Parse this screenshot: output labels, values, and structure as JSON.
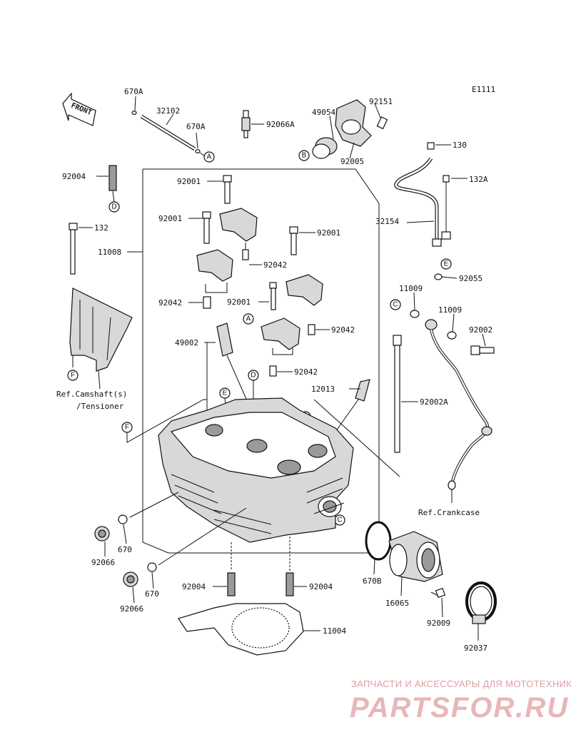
{
  "diagram_code": "E1111",
  "front_label": "FRONT",
  "parts": {
    "p670A_top": "670A",
    "p670A_2": "670A",
    "p32102": "32102",
    "p92066A": "92066A",
    "p49054": "49054",
    "p92151": "92151",
    "p92005": "92005",
    "p130": "130",
    "p132A": "132A",
    "p92004_top": "92004",
    "p92001_a": "92001",
    "p92001_b": "92001",
    "p92001_c": "92001",
    "p92001_d": "92001",
    "p132": "132",
    "p11008": "11008",
    "p92042_a": "92042",
    "p92042_b": "92042",
    "p92042_c": "92042",
    "p92042_d": "92042",
    "p32154": "32154",
    "p92055": "92055",
    "p11009_a": "11009",
    "p11009_b": "11009",
    "p92002": "92002",
    "p49002": "49002",
    "p12013": "12013",
    "p92002A": "92002A",
    "p670_a": "670",
    "p670_b": "670",
    "p92066_a": "92066",
    "p92066_b": "92066",
    "p670B": "670B",
    "p16065": "16065",
    "p92009": "92009",
    "p92037": "92037",
    "p92004_a": "92004",
    "p92004_b": "92004",
    "p11004": "11004"
  },
  "refs": {
    "camshaft_line1": "Ref.Camshaft(s)",
    "camshaft_line2": "/Tensioner",
    "crankcase": "Ref.Crankcase"
  },
  "callouts": {
    "A1": "A",
    "A2": "A",
    "B1": "B",
    "B2": "B",
    "C1": "C",
    "C2": "C",
    "D1": "D",
    "D2": "D",
    "E1": "E",
    "E2": "E",
    "F1": "F",
    "F2": "F"
  },
  "watermark": {
    "line1": "ЗАПЧАСТИ И АКСЕССУАРЫ ДЛЯ МОТОТЕХНИКИ",
    "line2": "PARTSFOR.RU"
  }
}
